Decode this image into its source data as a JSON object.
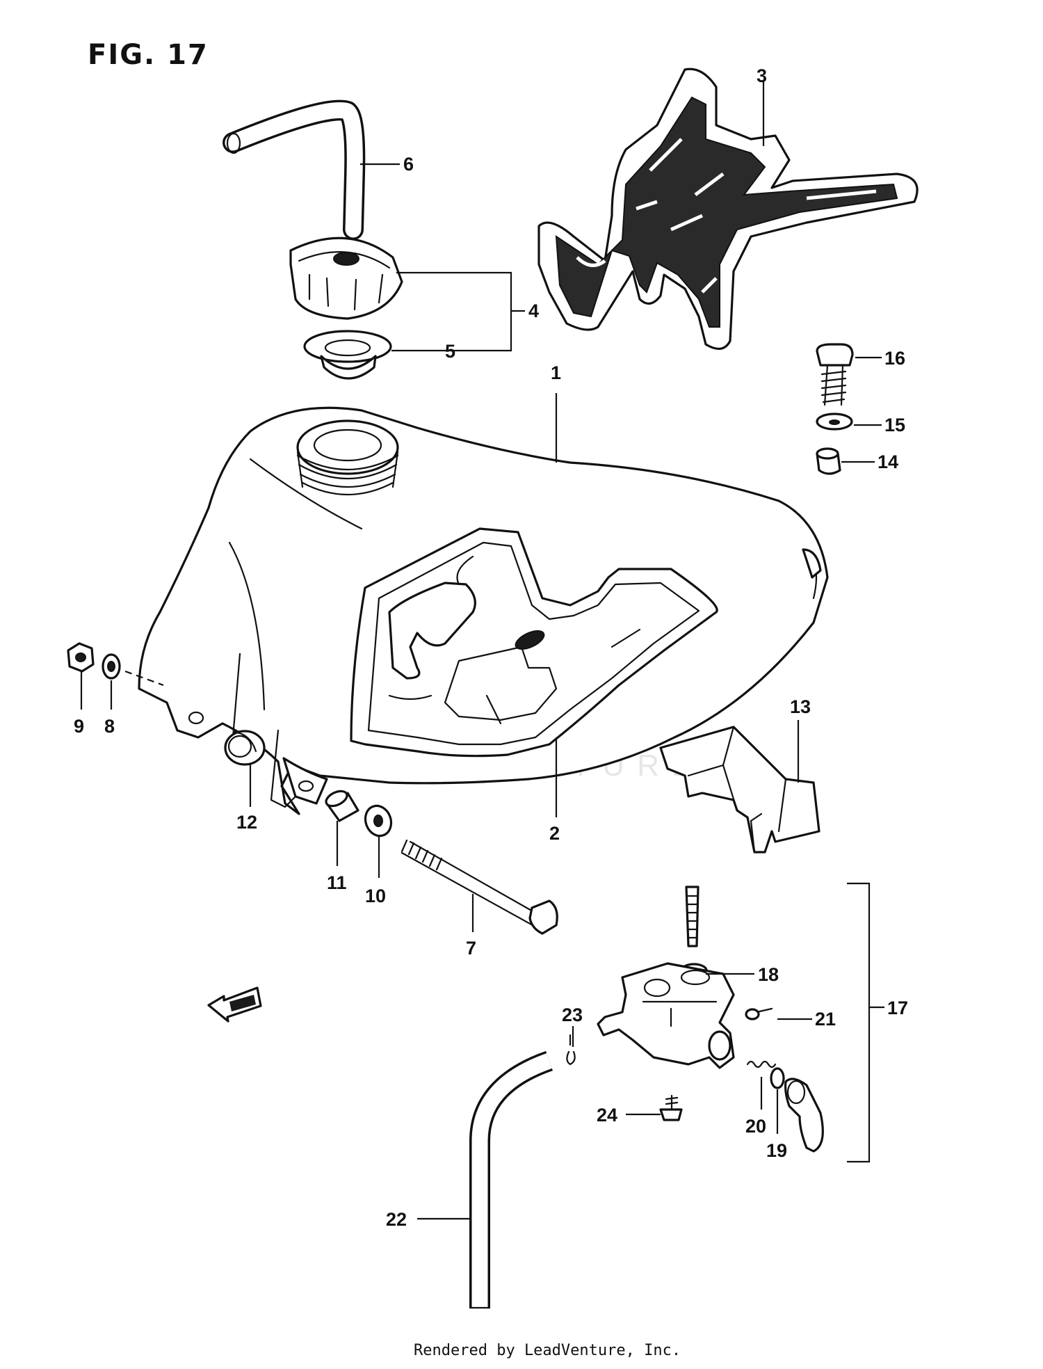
{
  "figure": {
    "title": "FIG. 17"
  },
  "watermark": "LEADVENTURE",
  "callouts": {
    "c1": "1",
    "c2": "2",
    "c3": "3",
    "c4": "4",
    "c5": "5",
    "c6": "6",
    "c7": "7",
    "c8": "8",
    "c9": "9",
    "c10": "10",
    "c11": "11",
    "c12": "12",
    "c13": "13",
    "c14": "14",
    "c15": "15",
    "c16": "16",
    "c17": "17",
    "c18": "18",
    "c19": "19",
    "c20": "20",
    "c21": "21",
    "c22": "22",
    "c23": "23",
    "c24": "24"
  },
  "footer": "Rendered by LeadVenture, Inc.",
  "colors": {
    "line": "#111111",
    "background": "#ffffff",
    "watermark": "#e6e6e6"
  }
}
